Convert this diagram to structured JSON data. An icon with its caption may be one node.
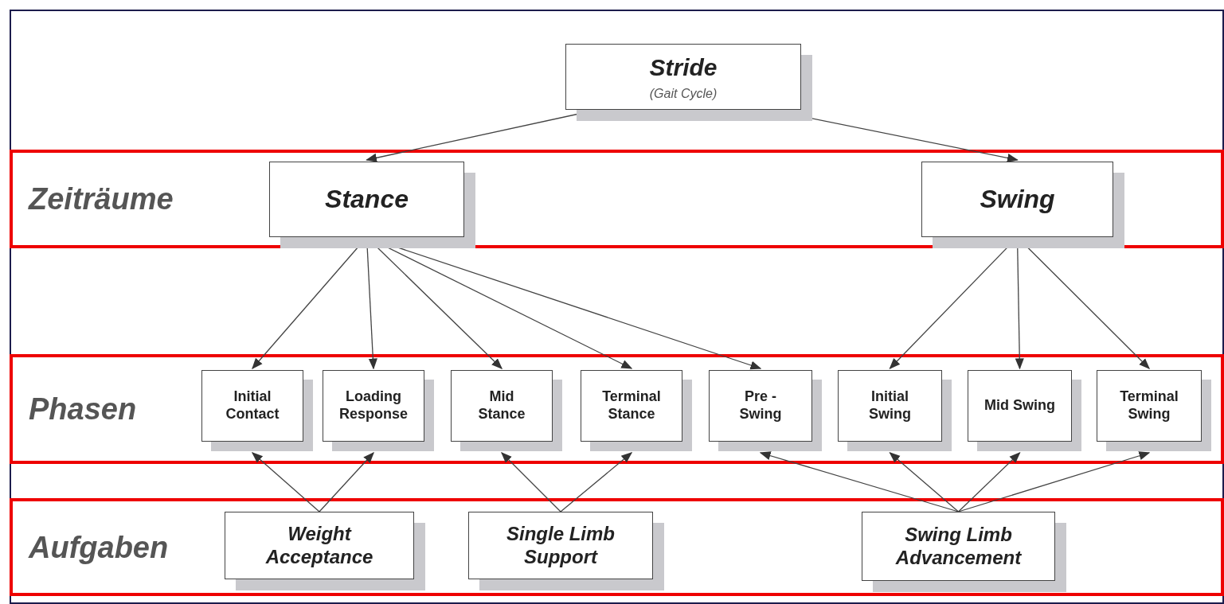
{
  "diagram": {
    "nodes": [
      {
        "text": [
          "Stride",
          "(Gait Cycle)"
        ]
      },
      {
        "text": [
          "Zeiträume"
        ]
      },
      {
        "text": [
          "Stance"
        ],
        "in": 1
      },
      {
        "text": [
          "Swing"
        ],
        "in": 1
      },
      {
        "text": [
          "Phasen"
        ]
      },
      {
        "text": [
          "Initial Contact"
        ],
        "in": 4
      },
      {
        "text": [
          "Loading Response"
        ],
        "in": 4
      },
      {
        "text": [
          "Mid Stance"
        ],
        "in": 4
      },
      {
        "text": [
          "Terminal Stance"
        ],
        "in": 4
      },
      {
        "text": [
          "Pre - Swing"
        ],
        "in": 4
      },
      {
        "text": [
          "Initial Swing"
        ],
        "in": 4
      },
      {
        "text": [
          "Mid Swing"
        ],
        "in": 4
      },
      {
        "text": [
          "Terminal Swing"
        ],
        "in": 4
      },
      {
        "text": [
          "Aufgaben"
        ]
      },
      {
        "text": [
          "Weight Acceptance"
        ],
        "in": 13
      },
      {
        "text": [
          "Single Limb Support"
        ],
        "in": 13
      },
      {
        "text": [
          "Swing Limb Advancement"
        ],
        "in": 13
      }
    ],
    "edges": [
      {
        "from": 0,
        "to": 2,
        "arrow": "to"
      },
      {
        "from": 0,
        "to": 3,
        "arrow": "to"
      },
      {
        "from": 2,
        "to": 5,
        "arrow": "to"
      },
      {
        "from": 2,
        "to": 6,
        "arrow": "to"
      },
      {
        "from": 2,
        "to": 7,
        "arrow": "to"
      },
      {
        "from": 2,
        "to": 8,
        "arrow": "to"
      },
      {
        "from": 2,
        "to": 9,
        "arrow": "to"
      },
      {
        "from": 3,
        "to": 10,
        "arrow": "to"
      },
      {
        "from": 3,
        "to": 11,
        "arrow": "to"
      },
      {
        "from": 3,
        "to": 12,
        "arrow": "to"
      },
      {
        "from": 14,
        "to": 5,
        "arrow": "to"
      },
      {
        "from": 14,
        "to": 6,
        "arrow": "to"
      },
      {
        "from": 15,
        "to": 7,
        "arrow": "to"
      },
      {
        "from": 15,
        "to": 8,
        "arrow": "to"
      },
      {
        "from": 16,
        "to": 9,
        "arrow": "to"
      },
      {
        "from": 16,
        "to": 10,
        "arrow": "to"
      },
      {
        "from": 16,
        "to": 11,
        "arrow": "to"
      },
      {
        "from": 16,
        "to": 12,
        "arrow": "to"
      }
    ]
  }
}
